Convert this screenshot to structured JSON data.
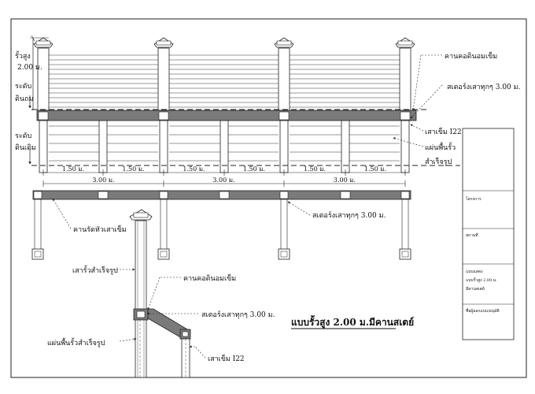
{
  "colors": {
    "line": "#222222",
    "beam": "#7a7a7a",
    "post_face": "#ffffff",
    "board_line": "#333333"
  },
  "left_labels": {
    "fence_height": "รั้วสูง",
    "fence_height_value": "2.00 ม.",
    "fill_level_1": "ระดับ",
    "fill_level_2": "ดินถม",
    "orig_level_1": "ระดับ",
    "orig_level_2": "ดินเดิม"
  },
  "right_labels": {
    "ground_beam": "คานคอดินอมเข็ม",
    "rebar_dowel": "สเตอร์งเสาทุกๆ 3.00 ม.",
    "pile": "เสาเข็ม I22",
    "panel_1": "แผ่นพื้นรั้ว",
    "panel_2": "สำเร็จรูป"
  },
  "dimensions": {
    "span_half": "1.50 ม.",
    "span_full": "3.00 ม."
  },
  "plan_labels": {
    "tie_beam": "คานรัดหัวเสาเข็ม",
    "rebar_dowel": "สเตอร์งเสาทุกๆ 3.00 ม."
  },
  "section_labels": {
    "precast_post": "เสารั้วสำเร็จรูป",
    "ground_beam": "คานคอดินอมเข็ม",
    "rebar_dowel": "สเตอร์งเสาทุกๆ 3.00 ม.",
    "precast_panel": "แผ่นพื้นรั้วสำเร็จรูป",
    "pile": "เสาเข็ม I22"
  },
  "drawing_title": "แบบรั้วสูง 2.00 ม.มีคานสเตย์",
  "title_block": {
    "project": "โครงการ",
    "location": "สถานที่",
    "drawing_desc_1": "แบบแสดง",
    "drawing_desc_2": "แบบรั้วสูง 2.00 ม.",
    "drawing_desc_3": "มีคานสเตย์",
    "approver": "ชื่อผู้ออกแบบ/อนุมัติ"
  }
}
